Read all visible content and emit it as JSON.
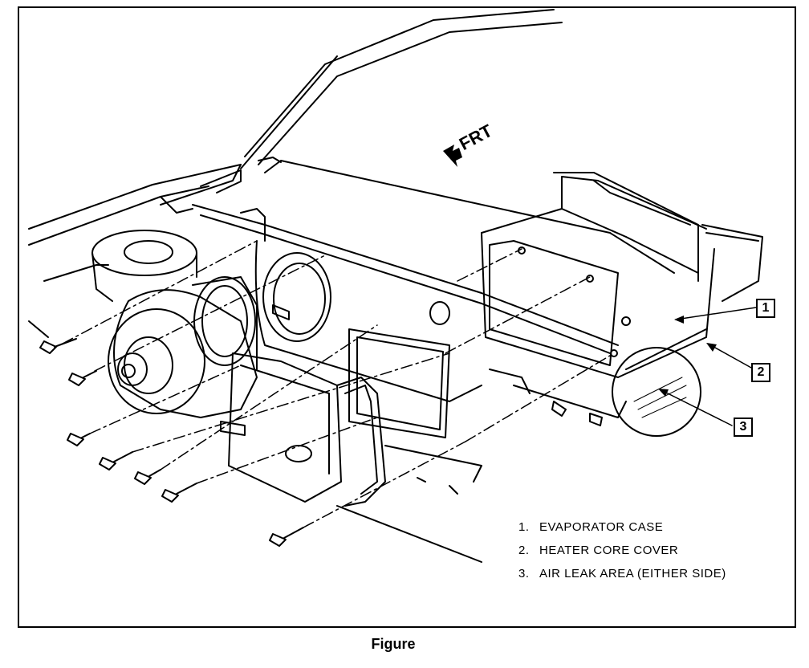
{
  "diagram": {
    "direction_label": "FRT",
    "callouts": [
      "1",
      "2",
      "3"
    ],
    "legend": [
      {
        "number": "1.",
        "text": "EVAPORATOR CASE"
      },
      {
        "number": "2.",
        "text": "HEATER CORE COVER"
      },
      {
        "number": "3.",
        "text": "AIR LEAK AREA (EITHER SIDE)"
      }
    ],
    "caption": "Figure"
  }
}
